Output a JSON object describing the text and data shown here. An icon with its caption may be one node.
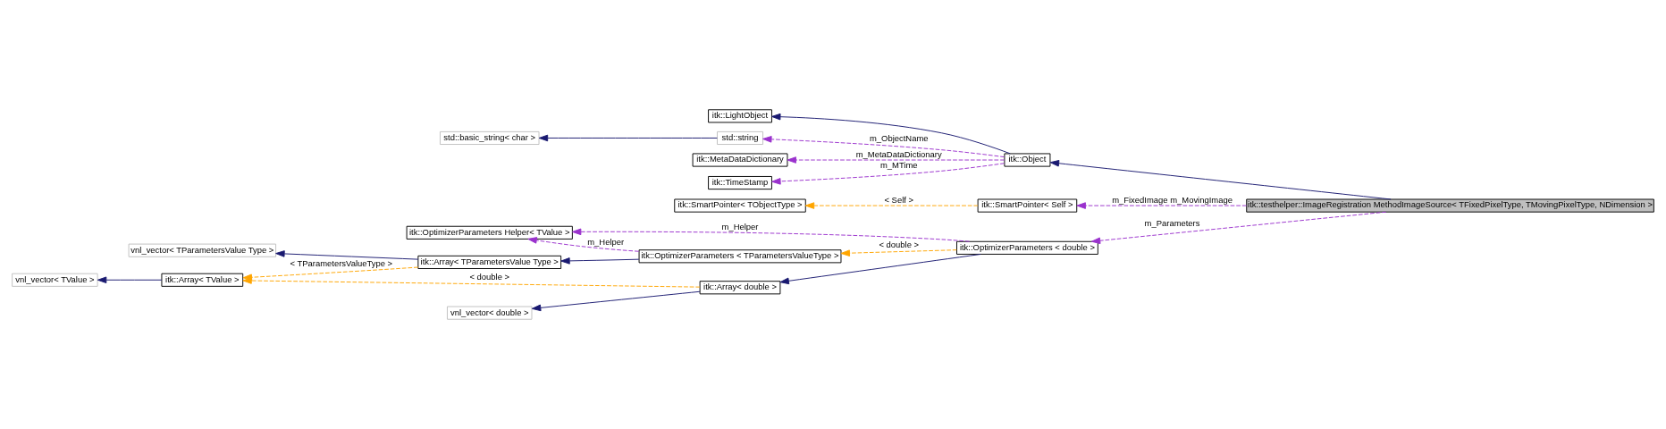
{
  "diagram": {
    "nodes": [
      {
        "text": [
          "itk::LightObject"
        ]
      },
      {
        "text": [
          "std::basic_string< char >"
        ]
      },
      {
        "text": [
          "std::string"
        ]
      },
      {
        "text": [
          "itk::MetaDataDictionary"
        ]
      },
      {
        "text": [
          "itk::Object"
        ]
      },
      {
        "text": [
          "itk::TimeStamp"
        ]
      },
      {
        "text": [
          "itk::SmartPointer< TObjectType >"
        ]
      },
      {
        "text": [
          "itk::SmartPointer< Self >"
        ]
      },
      {
        "text": [
          "itk::testhelper::ImageRegistration MethodImageSource< TFixedPixelType, TMovingPixelType, NDimension >"
        ]
      },
      {
        "text": [
          "itk::OptimizerParameters Helper< TValue >"
        ]
      },
      {
        "text": [
          "vnl_vector< TParametersValue Type >"
        ]
      },
      {
        "text": [
          "itk::OptimizerParameters < double >"
        ]
      },
      {
        "text": [
          "itk::Array< TParametersValue Type >"
        ]
      },
      {
        "text": [
          "itk::OptimizerParameters < TParametersValueType >"
        ]
      },
      {
        "text": [
          "vnl_vector< TValue >"
        ]
      },
      {
        "text": [
          "itk::Array< TValue >"
        ]
      },
      {
        "text": [
          "itk::Array< double >"
        ]
      },
      {
        "text": [
          "vnl_vector< double >"
        ]
      }
    ],
    "edges": [
      {
        "from": 4,
        "to": 0,
        "arrow": "to"
      },
      {
        "from": 2,
        "to": 1,
        "arrow": "to"
      },
      {
        "from": 4,
        "to": 2,
        "arrow": "to",
        "label": "m_ObjectName",
        "style": "dashed",
        "color": "#9a32cd"
      },
      {
        "from": 4,
        "to": 3,
        "arrow": "to",
        "label": "m_MetaDataDictionary",
        "style": "dashed",
        "color": "#9a32cd"
      },
      {
        "from": 4,
        "to": 5,
        "arrow": "to",
        "label": "m_MTime",
        "style": "dashed",
        "color": "#9a32cd"
      },
      {
        "from": 8,
        "to": 4,
        "arrow": "to"
      },
      {
        "from": 7,
        "to": 6,
        "arrow": "to",
        "label": "< Self >",
        "style": "dashed",
        "color": "#ffa500"
      },
      {
        "from": 8,
        "to": 7,
        "arrow": "to",
        "label": "m_FixedImage m_MovingImage",
        "style": "dashed",
        "color": "#9a32cd"
      },
      {
        "from": 8,
        "to": 11,
        "arrow": "to",
        "label": "m_Parameters",
        "style": "dashed",
        "color": "#9a32cd"
      },
      {
        "from": 11,
        "to": 9,
        "arrow": "to",
        "label": "m_Helper",
        "style": "dashed",
        "color": "#9a32cd"
      },
      {
        "from": 13,
        "to": 9,
        "arrow": "to",
        "label": "m_Helper",
        "style": "dashed",
        "color": "#9a32cd"
      },
      {
        "from": 11,
        "to": 13,
        "arrow": "to",
        "label": "< double >",
        "style": "dashed",
        "color": "#ffa500"
      },
      {
        "from": 12,
        "to": 10,
        "arrow": "to"
      },
      {
        "from": 13,
        "to": 12,
        "arrow": "to"
      },
      {
        "from": 15,
        "to": 14,
        "arrow": "to"
      },
      {
        "from": 12,
        "to": 15,
        "arrow": "to",
        "label": "< TParametersValueType >",
        "style": "dashed",
        "color": "#ffa500"
      },
      {
        "from": 16,
        "to": 15,
        "arrow": "to",
        "label": "< double >",
        "style": "dashed",
        "color": "#ffa500"
      },
      {
        "from": 11,
        "to": 16,
        "arrow": "to"
      },
      {
        "from": 16,
        "to": 17,
        "arrow": "to"
      }
    ]
  }
}
